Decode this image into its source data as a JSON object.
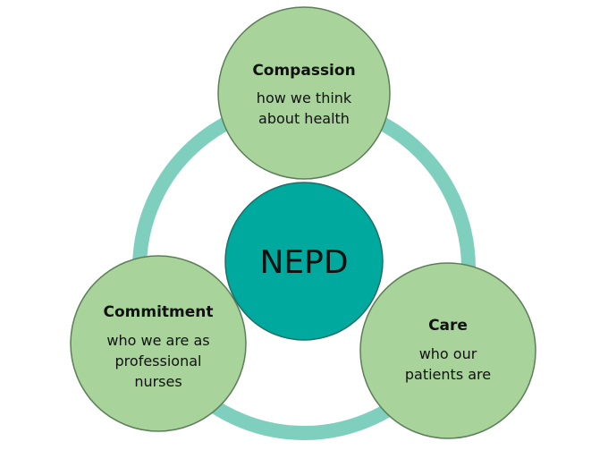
{
  "center": {
    "label": "NEPD",
    "color": "#00a99d"
  },
  "ring_color": "#7fcfbe",
  "node_color": "#a8d49b",
  "nodes": [
    {
      "title": "Compassion",
      "lines": [
        "how we think",
        "about health"
      ]
    },
    {
      "title": "Commitment",
      "lines": [
        "who we are as",
        "professional",
        "nurses"
      ]
    },
    {
      "title": "Care",
      "lines": [
        "who our",
        "patients are"
      ]
    }
  ]
}
